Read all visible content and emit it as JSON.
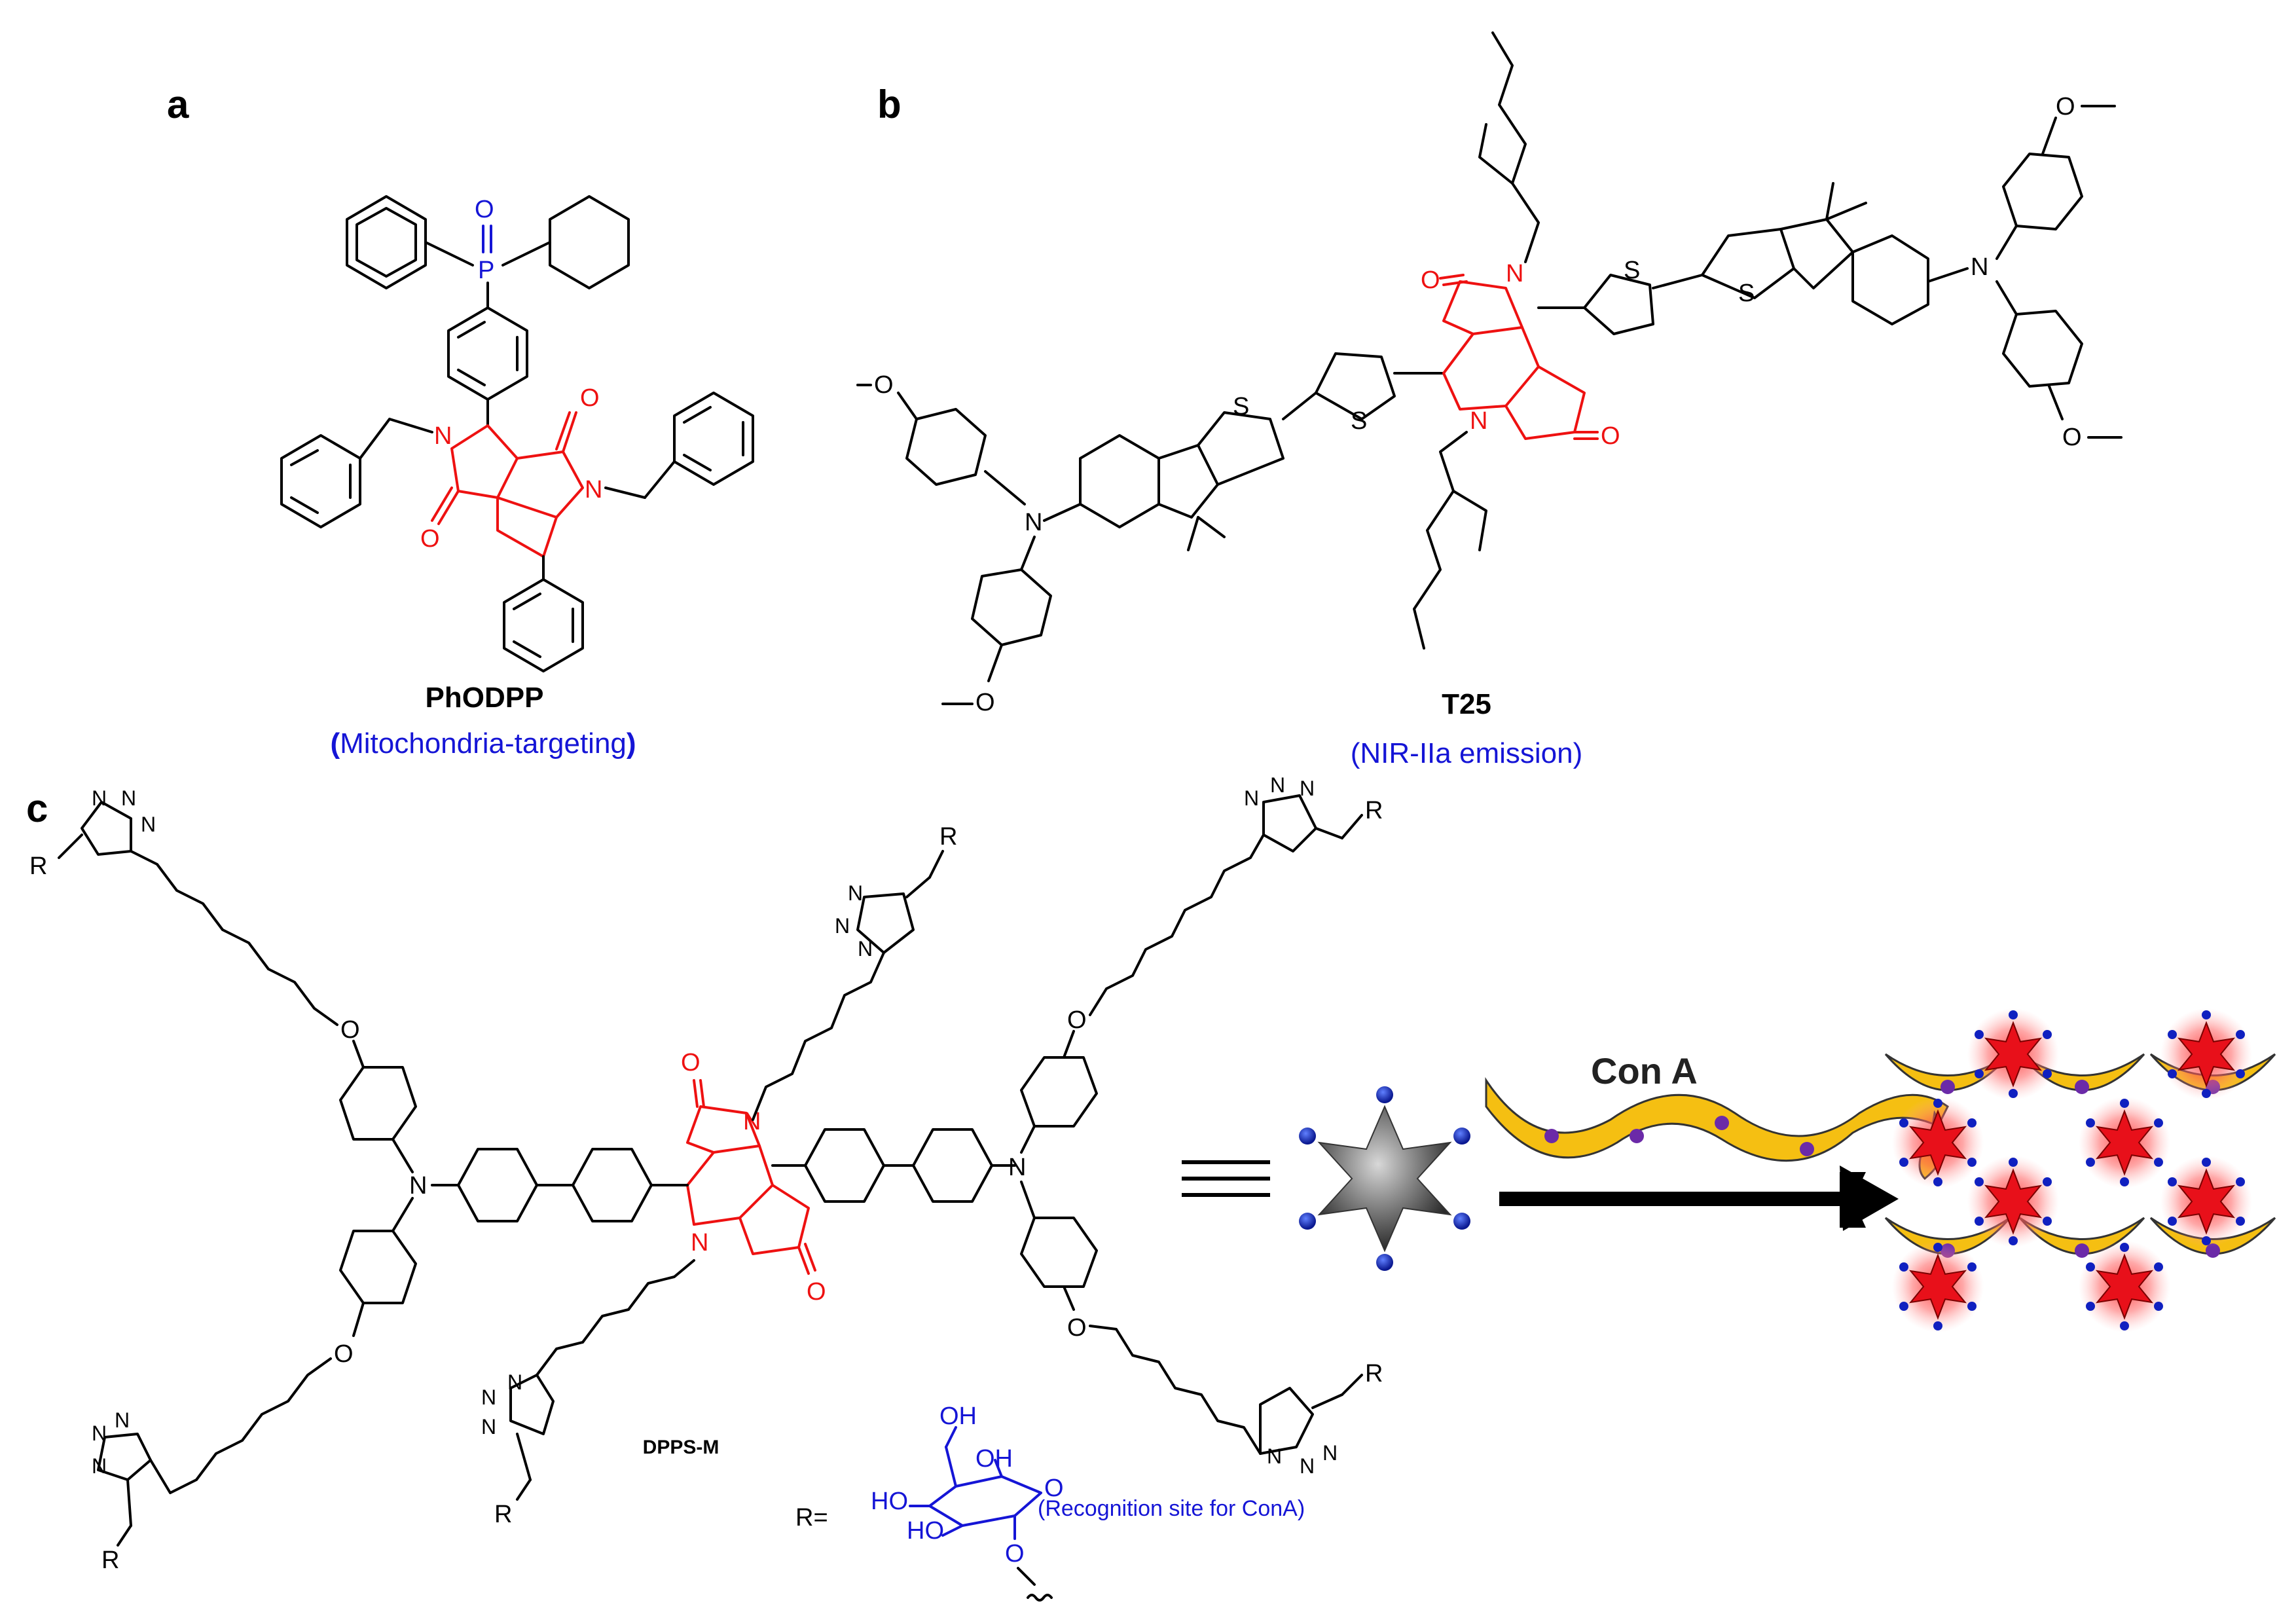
{
  "panels": {
    "a": {
      "letter": "a",
      "molecule_name": "PhODPP",
      "caption_open": "(",
      "caption_text": "Mitochondria-targeting",
      "caption_close": ")",
      "atom_labels": {
        "oxygen": "O",
        "phosphorus": "P",
        "nitrogen": "N"
      }
    },
    "b": {
      "letter": "b",
      "molecule_name": "T25",
      "caption": "(NIR-IIa emission)",
      "atom_labels": {
        "sulfur": "S",
        "nitrogen": "N",
        "oxygen": "O",
        "methoxy": "O"
      }
    },
    "c": {
      "letter": "c",
      "molecule_name": "DPPS-M",
      "substituent_label": "R",
      "r_definition_prefix": "R=",
      "recognition_note": "(Recognition site for ConA)",
      "sugar_labels": {
        "oh_top": "OH",
        "oh_right": "OH",
        "ho_left_top": "HO",
        "ho_left_bottom": "HO",
        "o_ring": "O",
        "o_glyco": "O"
      },
      "atom_labels": {
        "nitrogen": "N",
        "oxygen": "O"
      },
      "conA_label": "Con A",
      "equivalence_symbol": "≡"
    }
  },
  "colors": {
    "dpp_core": "#ee1111",
    "highlight_text": "#1515d6",
    "conA_crescent": "#f5bf12",
    "star_dye": "#e8101a",
    "star_glow": "#ff8080",
    "probe_star": "#6a6a6a",
    "binding_site": "#6b2aa8",
    "sugar_dot": "#1020c0"
  }
}
